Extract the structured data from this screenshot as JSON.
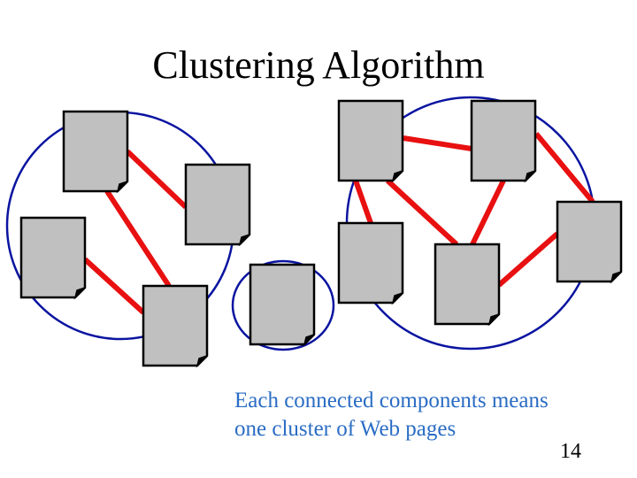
{
  "slide": {
    "title": "Clustering Algorithm",
    "caption_lines": [
      "Each connected components means",
      "one cluster of Web pages"
    ],
    "page_number": "14"
  },
  "colors": {
    "cluster_outline": "#0a14a0",
    "edge": "#e81010",
    "page_fill": "#c0c0c0",
    "page_border": "#000000",
    "caption_text": "#2a6cc4"
  },
  "diagram": {
    "node_icon": "web-page-document-icon",
    "nodes": [
      {
        "id": "p1",
        "cluster": "c1"
      },
      {
        "id": "p2",
        "cluster": "c1"
      },
      {
        "id": "p3",
        "cluster": "c1"
      },
      {
        "id": "p4",
        "cluster": "c1"
      },
      {
        "id": "p5",
        "cluster": "c2"
      },
      {
        "id": "p6",
        "cluster": "c3"
      },
      {
        "id": "p7",
        "cluster": "c3"
      },
      {
        "id": "p8",
        "cluster": "c3"
      },
      {
        "id": "p9",
        "cluster": "c3"
      },
      {
        "id": "p10",
        "cluster": "c3"
      }
    ],
    "edges": [
      {
        "from": "p1",
        "to": "p2"
      },
      {
        "from": "p1",
        "to": "p4"
      },
      {
        "from": "p3",
        "to": "p4"
      },
      {
        "from": "p6",
        "to": "p7"
      },
      {
        "from": "p6",
        "to": "p8"
      },
      {
        "from": "p6",
        "to": "p9"
      },
      {
        "from": "p7",
        "to": "p9"
      },
      {
        "from": "p7",
        "to": "p10"
      },
      {
        "from": "p9",
        "to": "p10"
      }
    ],
    "clusters": [
      {
        "id": "c1",
        "size": 4
      },
      {
        "id": "c2",
        "size": 1
      },
      {
        "id": "c3",
        "size": 5
      }
    ]
  }
}
